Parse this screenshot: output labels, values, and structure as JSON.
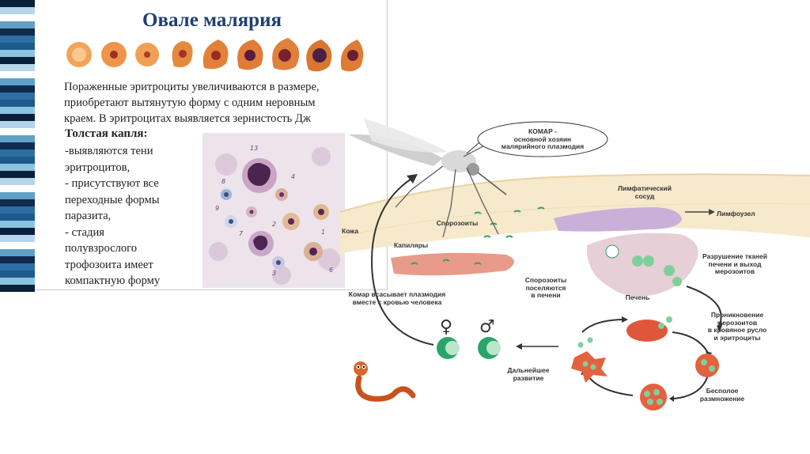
{
  "slide": {
    "title": "Овале малярия",
    "description_lines": [
      "Пораженные эритроциты увеличиваются в размере,",
      "приобретают вытянутую форму с одним неровным",
      "краем. В эритроцитах выявляется зернистость Дж"
    ],
    "thick_drop": {
      "title": "Толстая капля:",
      "lines": [
        "-выявляются  тени",
        "эритроцитов,",
        "- присутствуют все",
        "переходные формы",
        "паразита,",
        "- стадия",
        "полувзрослого",
        "трофозоита имеет",
        "компактную форму"
      ]
    },
    "micrograph_numbers": [
      "13",
      "8",
      "9",
      "4",
      "2",
      "7",
      "6",
      "3",
      "1"
    ]
  },
  "diagram": {
    "labels": {
      "mosquito": [
        "КОМАР -",
        "основной хозяин",
        "малярийного плазмодия"
      ],
      "lymph_vessel": [
        "Лимфатический",
        "сосуд"
      ],
      "lymph_node": [
        "Лимфоузел"
      ],
      "skin": [
        "Кожа"
      ],
      "sporozoites": [
        "Спорозоиты"
      ],
      "capillaries": [
        "Капиляры"
      ],
      "liver_destruction": [
        "Разрушение тканей",
        "печени и выход",
        "мерозоитов"
      ],
      "sporozoites_liver": [
        "Спорозоиты",
        "поселяются",
        "в печени"
      ],
      "liver": [
        "Печень"
      ],
      "mosquito_sucks": [
        "Комар всасывает плазмодия",
        "вместе с кровью человека"
      ],
      "penetration": [
        "Проникновение",
        "мерозоитов",
        "в кровяное русло",
        "и эритроциты"
      ],
      "further_development": [
        "Дальнейшее",
        "развитие"
      ],
      "asexual": [
        "Бесполое",
        "размножение"
      ]
    },
    "symbols": {
      "female": "♀",
      "male": "♂"
    }
  },
  "colors": {
    "title": "#1f3f72",
    "stripe": [
      "#0a1f3a",
      "#5fa0c7",
      "#1e5a8c",
      "#b5d6ea",
      "#112a4d",
      "#8cc4e0",
      "#ffffff",
      "#2d6ea3"
    ],
    "cell": "#e78a3c",
    "gamete": "#2aa56a"
  }
}
